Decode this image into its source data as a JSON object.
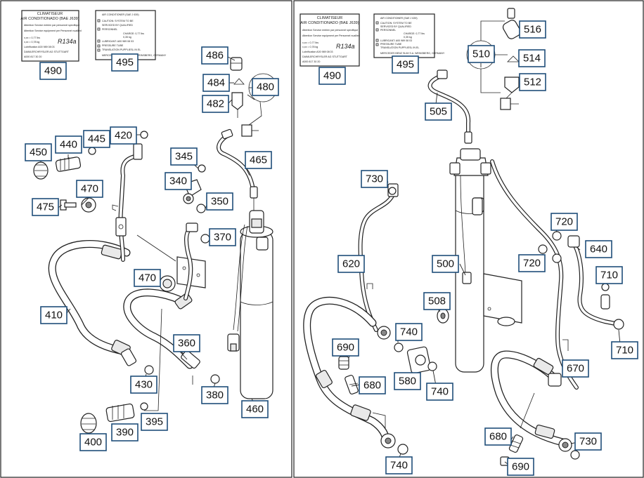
{
  "colors": {
    "callout_border": "#1f4e79",
    "line": "#222222",
    "background": "#ffffff"
  },
  "left_panel": {
    "label_490": {
      "title_lines": [
        "CLIMATISEUR",
        "AIR CONDITIONADO (BAE J639)"
      ],
      "rows": [
        "Attention    Service entrien par personnel specifique",
        "Attention    Service equipment per Personnel nuallied",
        "x,xx = 0,77 lbs",
        "x,xx = 0,78 kg",
        "Lubrification    A00 989 08 03",
        "DAIMLERCHRYSLER AG STUTTGART",
        "A000 817 30 20"
      ],
      "refrigerant": "R134a"
    },
    "label_495": {
      "title": "AIR CONDITIONER (SAE J 639)",
      "rows": [
        "CAUTION: SYSTEM TO BE",
        "SERVICED BY QUALIFIED",
        "PERSONNEL",
        "CHARGE: 0,77 lbs",
        "0,35 kg",
        "LUBRICANT: A00 989 08 03",
        "PRESSURE TUBE",
        "TRANSLATION PUPPLIESL IN EL",
        "MERCEDES BENZ SLIM S.A. WEINSBERG, GERMANY"
      ]
    },
    "callouts": [
      "490",
      "495",
      "486",
      "484",
      "480",
      "482",
      "450",
      "440",
      "445",
      "420",
      "345",
      "465",
      "340",
      "470",
      "475",
      "350",
      "370",
      "470",
      "410",
      "360",
      "430",
      "380",
      "395",
      "390",
      "400",
      "460"
    ]
  },
  "right_panel": {
    "label_490": {
      "title_lines": [
        "CLIMATISEUR",
        "AIR CONDITIONADO (BAE J639)"
      ],
      "rows": [
        "Attention    Service entrien par personnel specifique",
        "Attention    Service equipment per Personnel nuallied",
        "x,xx = 0,77 lbs",
        "x,xx = 0,78 kg",
        "Lubrification    A00 989 08 03",
        "DAIMLERCHRYSLER AG STUTTGART",
        "A000 817 30 20"
      ],
      "refrigerant": "R134a"
    },
    "label_495": {
      "title": "AIR CONDITIONER (SAE J 639)",
      "rows": [
        "CAUTION: SYSTEM TO BE",
        "SERVICED BY QUALIFIED",
        "PERSONNEL",
        "CHARGE: 0,77 lbs",
        "0,35 kg",
        "LUBRICANT: A00 989 08 03",
        "PRESSURE TUBE",
        "TRANSLATION PUPPLIESL IN EL",
        "MERCEDES BENZ SLIM S.A. WEINSBERG, GERMANY"
      ]
    },
    "callouts": [
      "490",
      "495",
      "516",
      "510",
      "514",
      "512",
      "505",
      "730",
      "720",
      "640",
      "620",
      "500",
      "720",
      "710",
      "508",
      "740",
      "710",
      "690",
      "670",
      "680",
      "580",
      "740",
      "680",
      "730",
      "740",
      "690"
    ]
  }
}
